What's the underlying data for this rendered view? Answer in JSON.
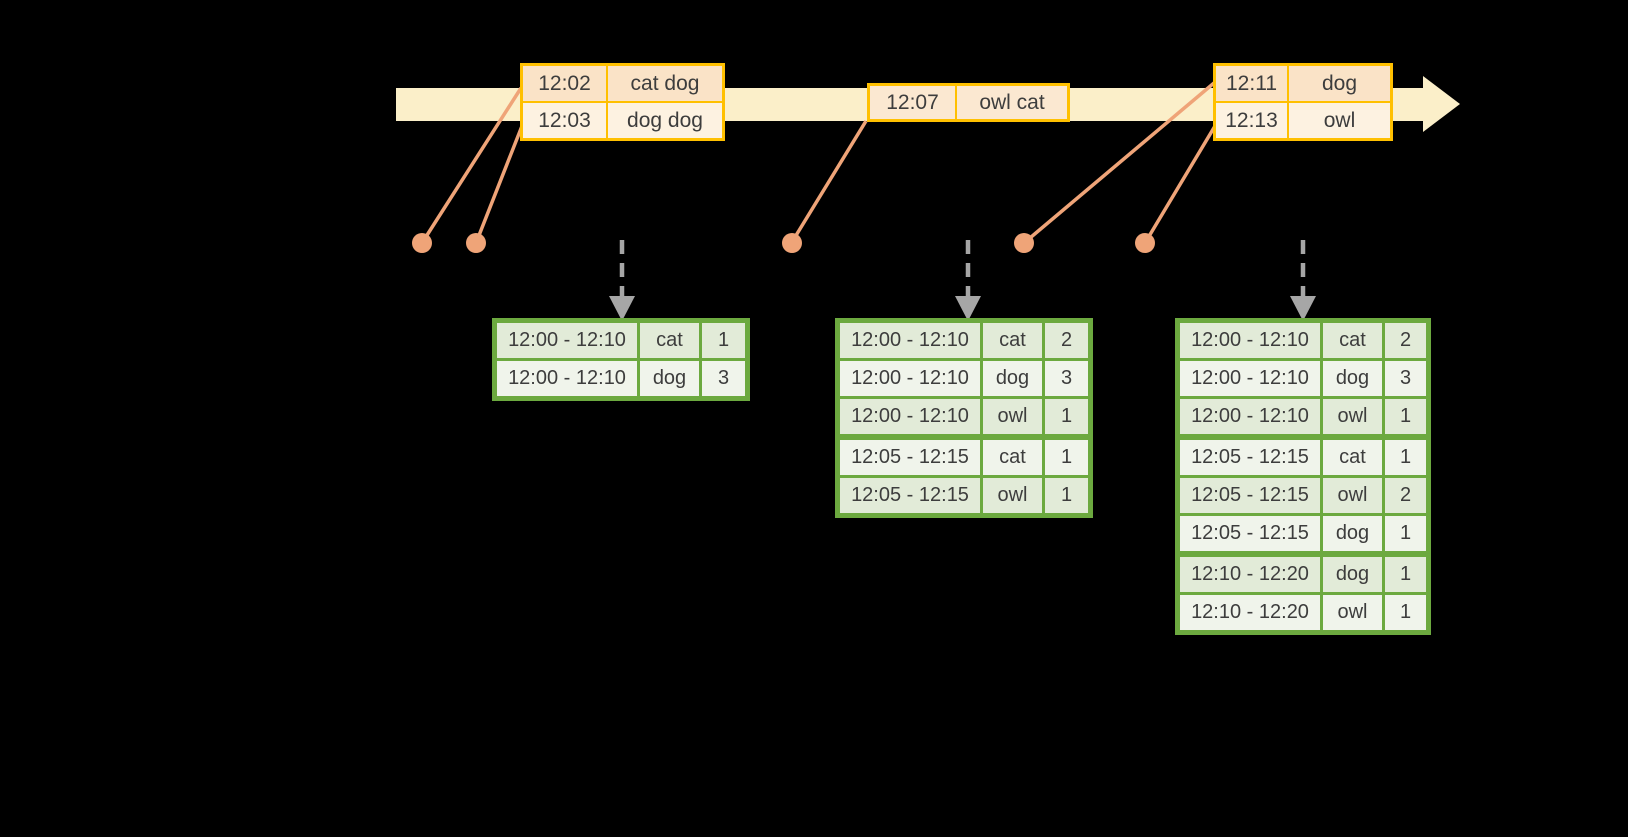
{
  "colors": {
    "background": "#000000",
    "timeline_band": "#FBEFC9",
    "orange_border": "#FFC000",
    "orange_row_dark": "#FAE3C7",
    "orange_row_light": "#FDF2E1",
    "orange_row_medium": "#FBE8D1",
    "connector": "#EFA478",
    "green_border": "#6CA93F",
    "green_row_dark": "#E2EBD8",
    "green_row_light": "#F0F4EB",
    "trigger_arrow": "#A6A6A6",
    "text": "#3D3D3D"
  },
  "event_tables": [
    {
      "id": "events-1",
      "rows": [
        {
          "time": "12:02",
          "words": "cat dog"
        },
        {
          "time": "12:03",
          "words": "dog dog"
        }
      ]
    },
    {
      "id": "events-2",
      "rows": [
        {
          "time": "12:07",
          "words": "owl cat"
        }
      ]
    },
    {
      "id": "events-3",
      "rows": [
        {
          "time": "12:11",
          "words": "dog"
        },
        {
          "time": "12:13",
          "words": "owl"
        }
      ]
    }
  ],
  "result_tables": [
    {
      "id": "results-1",
      "rows": [
        {
          "window": "12:00 - 12:10",
          "word": "cat",
          "count": "1"
        },
        {
          "window": "12:00 - 12:10",
          "word": "dog",
          "count": "3"
        }
      ]
    },
    {
      "id": "results-2",
      "rows": [
        {
          "window": "12:00 - 12:10",
          "word": "cat",
          "count": "2"
        },
        {
          "window": "12:00 - 12:10",
          "word": "dog",
          "count": "3"
        },
        {
          "window": "12:00 - 12:10",
          "word": "owl",
          "count": "1"
        },
        {
          "window": "12:05 - 12:15",
          "word": "cat",
          "count": "1"
        },
        {
          "window": "12:05 - 12:15",
          "word": "owl",
          "count": "1"
        }
      ]
    },
    {
      "id": "results-3",
      "rows": [
        {
          "window": "12:00 - 12:10",
          "word": "cat",
          "count": "2"
        },
        {
          "window": "12:00 - 12:10",
          "word": "dog",
          "count": "3"
        },
        {
          "window": "12:00 - 12:10",
          "word": "owl",
          "count": "1"
        },
        {
          "window": "12:05 - 12:15",
          "word": "cat",
          "count": "1"
        },
        {
          "window": "12:05 - 12:15",
          "word": "owl",
          "count": "2"
        },
        {
          "window": "12:05 - 12:15",
          "word": "dog",
          "count": "1"
        },
        {
          "window": "12:10 - 12:20",
          "word": "dog",
          "count": "1"
        },
        {
          "window": "12:10 - 12:20",
          "word": "owl",
          "count": "1"
        }
      ]
    }
  ]
}
